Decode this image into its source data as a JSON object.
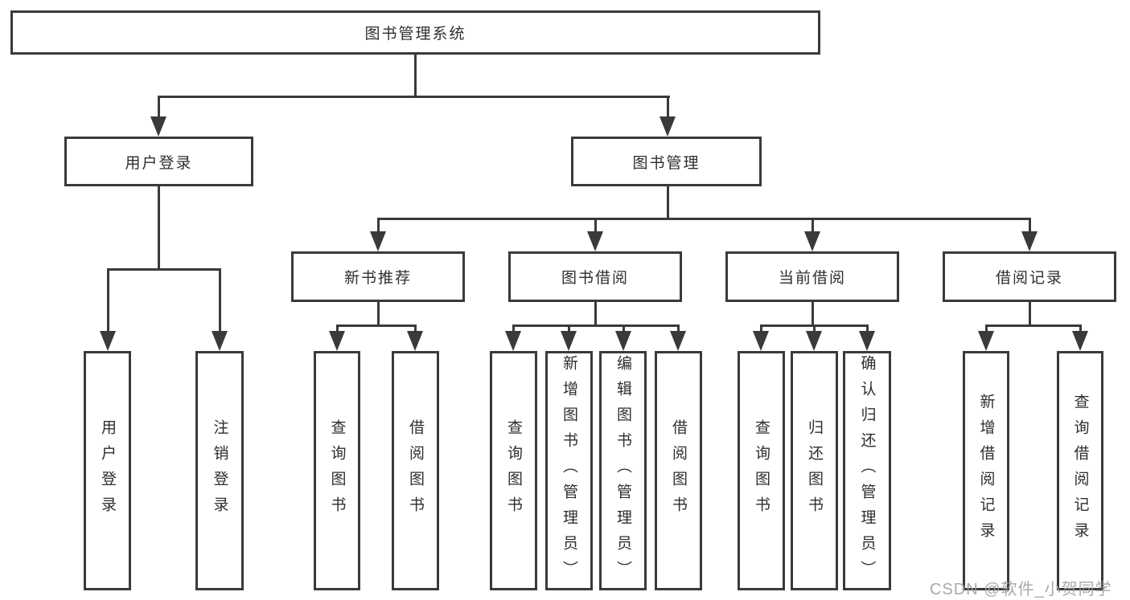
{
  "tree": {
    "label": "图书管理系统",
    "children": [
      {
        "label": "用户登录",
        "children": [
          {
            "label": "用户登录"
          },
          {
            "label": "注销登录"
          }
        ]
      },
      {
        "label": "图书管理",
        "children": [
          {
            "label": "新书推荐",
            "children": [
              {
                "label": "查询图书"
              },
              {
                "label": "借阅图书"
              }
            ]
          },
          {
            "label": "图书借阅",
            "children": [
              {
                "label": "查询图书"
              },
              {
                "label": "新增图书（管理员）"
              },
              {
                "label": "编辑图书（管理员）"
              },
              {
                "label": "借阅图书"
              }
            ]
          },
          {
            "label": "当前借阅",
            "children": [
              {
                "label": "查询图书"
              },
              {
                "label": "归还图书"
              },
              {
                "label": "确认归还（管理员）"
              }
            ]
          },
          {
            "label": "借阅记录",
            "children": [
              {
                "label": "新增借阅记录"
              },
              {
                "label": "查询借阅记录"
              }
            ]
          }
        ]
      }
    ]
  },
  "watermark": "CSDN @软件_小贺同学",
  "colors": {
    "line": "#3a3a3a",
    "text": "#2e2e2e",
    "watermark": "#a0a0a0",
    "background": "#ffffff"
  }
}
